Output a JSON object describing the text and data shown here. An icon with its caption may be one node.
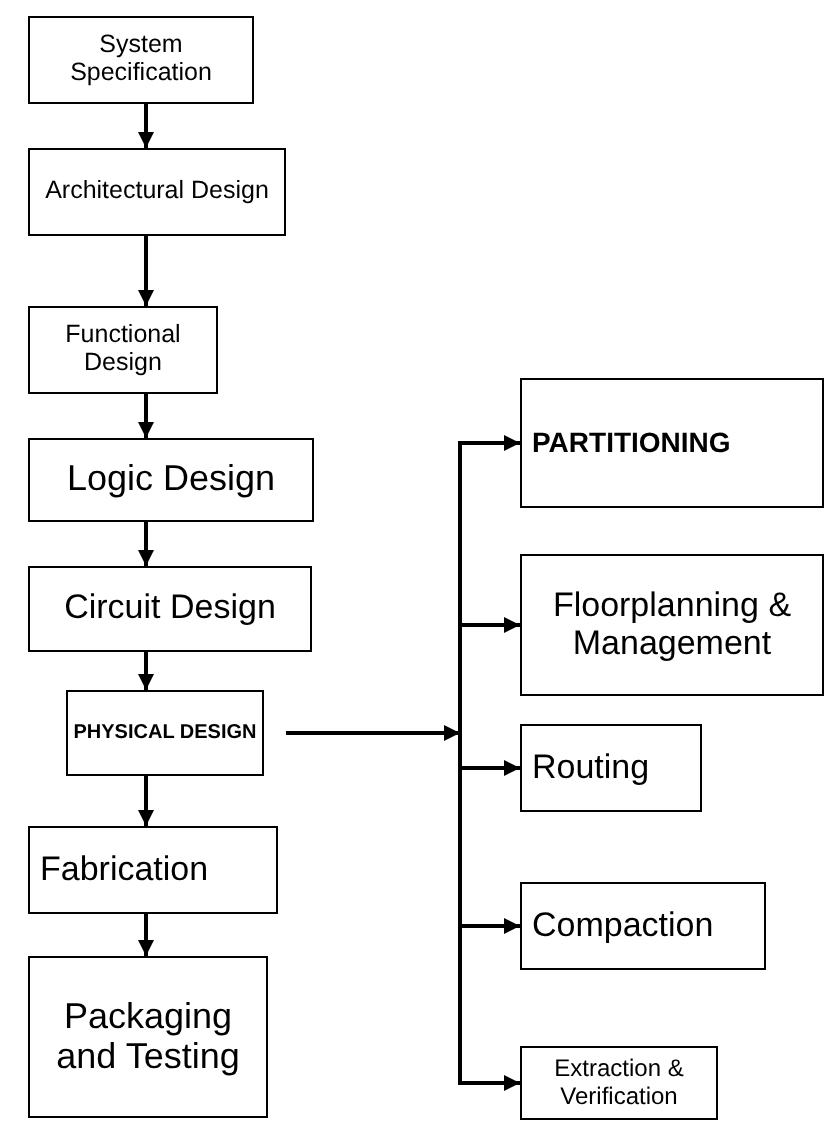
{
  "diagram": {
    "nodes": [
      {
        "text": [
          "System Specification"
        ]
      },
      {
        "text": [
          "Architectural Design"
        ]
      },
      {
        "text": [
          "Functional Design"
        ]
      },
      {
        "text": [
          "Logic Design"
        ]
      },
      {
        "text": [
          "Circuit Design"
        ]
      },
      {
        "text": [
          "PHYSICAL DESIGN"
        ]
      },
      {
        "text": [
          "Fabrication"
        ]
      },
      {
        "text": [
          "Packaging and Testing"
        ]
      },
      {
        "text": [
          "PARTITIONING"
        ]
      },
      {
        "text": [
          "Floorplanning & Management"
        ]
      },
      {
        "text": [
          "Routing"
        ]
      },
      {
        "text": [
          "Compaction"
        ]
      },
      {
        "text": [
          "Extraction & Verification"
        ]
      }
    ],
    "edges": [
      {
        "from": 0,
        "to": 1,
        "arrow": "to"
      },
      {
        "from": 1,
        "to": 2,
        "arrow": "to"
      },
      {
        "from": 2,
        "to": 3,
        "arrow": "to"
      },
      {
        "from": 3,
        "to": 4,
        "arrow": "to"
      },
      {
        "from": 4,
        "to": 5,
        "arrow": "to"
      },
      {
        "from": 5,
        "to": 6,
        "arrow": "to"
      },
      {
        "from": 6,
        "to": 7,
        "arrow": "to"
      },
      {
        "from": 5,
        "to": 8,
        "arrow": "to"
      },
      {
        "from": 5,
        "to": 9,
        "arrow": "to"
      },
      {
        "from": 5,
        "to": 10,
        "arrow": "to"
      },
      {
        "from": 5,
        "to": 11,
        "arrow": "to"
      },
      {
        "from": 5,
        "to": 12,
        "arrow": "to"
      }
    ]
  }
}
